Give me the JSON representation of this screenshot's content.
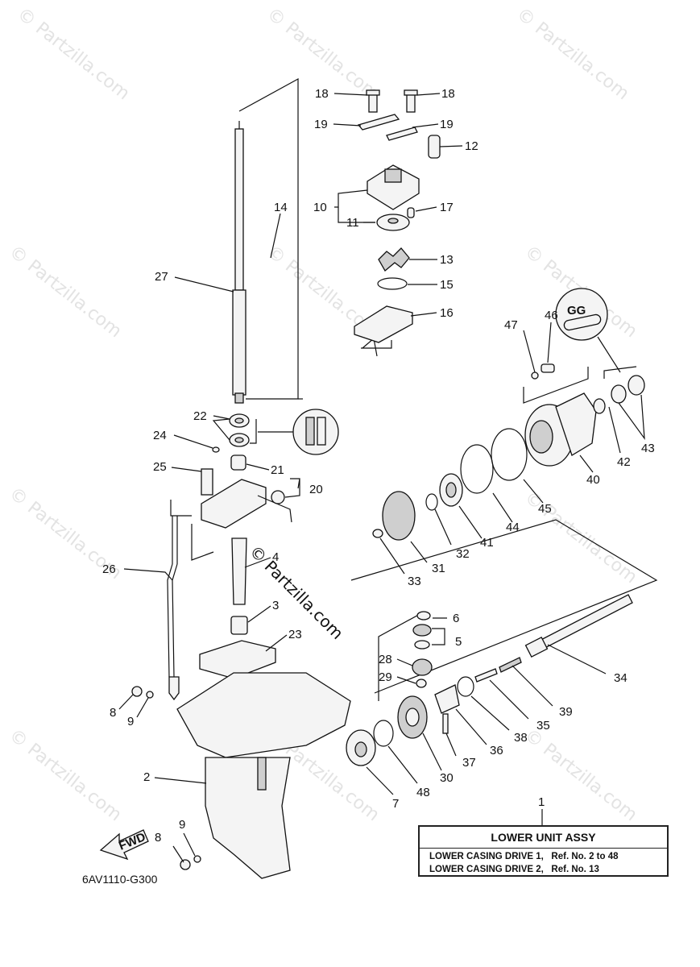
{
  "watermark": "© Partzilla.com",
  "center_watermark": "© Partzilla.com",
  "diagram_code": "6AV1110-G300",
  "fwd_label": "FWD",
  "legend": {
    "ref_number": "1",
    "title": "LOWER UNIT ASSY",
    "line1": "LOWER CASING DRIVE 1,   Ref. No. 2 to 48",
    "line2": "LOWER CASING DRIVE 2,   Ref. No. 13"
  },
  "grease_icon_text": "GG",
  "callouts": {
    "c18a": "18",
    "c18b": "18",
    "c19a": "19",
    "c19b": "19",
    "c12": "12",
    "c10": "10",
    "c11": "11",
    "c17": "17",
    "c14": "14",
    "c13": "13",
    "c15": "15",
    "c16": "16",
    "c27": "27",
    "c22": "22",
    "c24": "24",
    "c21": "21",
    "c25": "25",
    "c20": "20",
    "c26": "26",
    "c4": "4",
    "c3": "3",
    "c23": "23",
    "c8a": "8",
    "c9a": "9",
    "c2": "2",
    "c8b": "8",
    "c9b": "9",
    "c46": "46",
    "c47": "47",
    "c40": "40",
    "c42": "42",
    "c43": "43",
    "c45": "45",
    "c44": "44",
    "c41": "41",
    "c32": "32",
    "c31": "31",
    "c33": "33",
    "c6": "6",
    "c5": "5",
    "c28": "28",
    "c29": "29",
    "c34": "34",
    "c35": "35",
    "c39": "39",
    "c38": "38",
    "c36": "36",
    "c37": "37",
    "c30": "30",
    "c48": "48",
    "c7": "7"
  }
}
